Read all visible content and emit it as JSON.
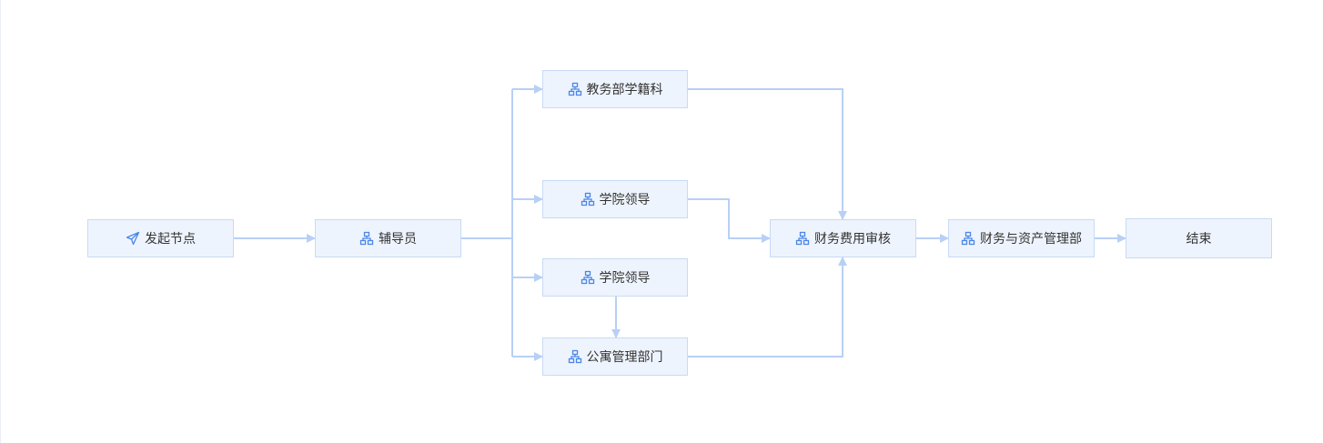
{
  "nodes": {
    "start": {
      "label": "发起节点",
      "icon": "send-icon"
    },
    "counselor": {
      "label": "辅导员",
      "icon": "org-chart-icon"
    },
    "registrar": {
      "label": "教务部学籍科",
      "icon": "org-chart-icon"
    },
    "college_leader_1": {
      "label": "学院领导",
      "icon": "org-chart-icon"
    },
    "college_leader_2": {
      "label": "学院领导",
      "icon": "org-chart-icon"
    },
    "dorm_management": {
      "label": "公寓管理部门",
      "icon": "org-chart-icon"
    },
    "finance_review": {
      "label": "财务费用审核",
      "icon": "org-chart-icon"
    },
    "finance_asset_dept": {
      "label": "财务与资产管理部",
      "icon": "org-chart-icon"
    },
    "end": {
      "label": "结束"
    }
  },
  "colors": {
    "node_fill": "#eef4fd",
    "node_border": "#c8daf5",
    "edge": "#b8d0f5",
    "icon": "#4a86e8",
    "text": "#333333"
  }
}
